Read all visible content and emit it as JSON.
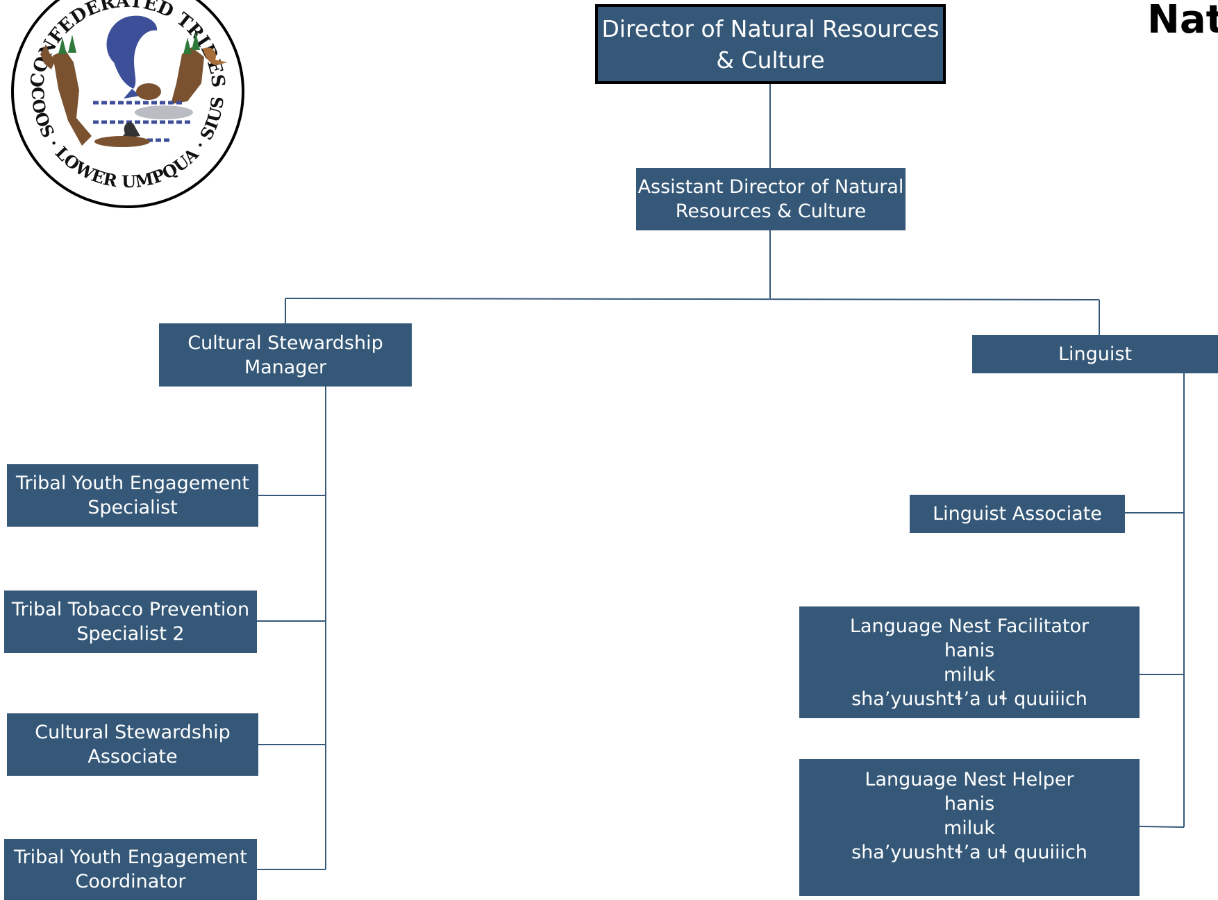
{
  "page_title": "Natu",
  "logo": {
    "icon": "tribal-seal-logo",
    "ring_text_top": "CONFEDERATED TRIBES",
    "ring_text_bottom": "OF COOS · LOWER UMPQUA · SIUSLAW"
  },
  "colors": {
    "box_fill": "#355878",
    "box_text": "#ffffff",
    "connector": "#355878",
    "director_border": "#000000"
  },
  "chart": {
    "director": {
      "lines": [
        "Director of Natural Resources",
        "& Culture"
      ]
    },
    "assistant_director": {
      "lines": [
        "Assistant Director of Natural",
        "Resources & Culture"
      ]
    },
    "cultural_manager": {
      "lines": [
        "Cultural Stewardship",
        "Manager"
      ],
      "reports": [
        {
          "lines": [
            "Tribal Youth Engagement",
            "Specialist"
          ]
        },
        {
          "lines": [
            "Tribal Tobacco Prevention",
            "Specialist 2"
          ]
        },
        {
          "lines": [
            "Cultural Stewardship",
            "Associate"
          ]
        },
        {
          "lines": [
            "Tribal Youth Engagement",
            "Coordinator"
          ]
        }
      ]
    },
    "linguist": {
      "lines": [
        "Linguist"
      ],
      "reports": [
        {
          "lines": [
            "Linguist Associate"
          ]
        },
        {
          "lines": [
            "Language Nest Facilitator",
            "hanis",
            "miluk",
            "sha’yuushtɬ’a uɬ quuiiich"
          ]
        },
        {
          "lines": [
            "Language Nest Helper",
            "hanis",
            "miluk",
            "sha’yuushtɬ’a uɬ quuiiich"
          ]
        }
      ]
    }
  }
}
